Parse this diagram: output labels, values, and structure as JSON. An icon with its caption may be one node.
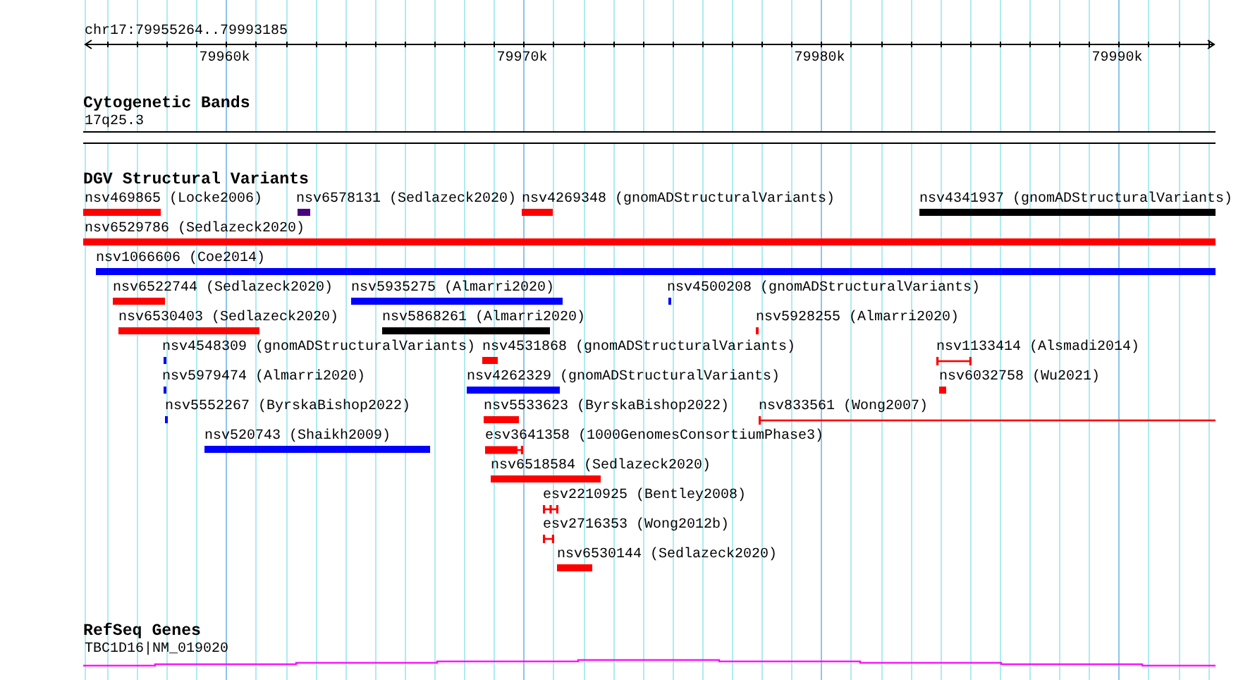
{
  "diagram": {
    "nodes": [
      {
        "text": [
          "17q25.3"
        ]
      },
      {
        "text": [
          "nsv469865 (Locke2006)"
        ]
      },
      {
        "text": [
          "nsv6578131 (Sedlazeck2020)"
        ]
      },
      {
        "text": [
          "nsv4269348 (gnomADStructuralVariants)"
        ]
      },
      {
        "text": [
          "nsv4341937 (gnomADStructuralVariants)"
        ]
      },
      {
        "text": [
          "nsv6529786 (Sedlazeck2020)"
        ]
      },
      {
        "text": [
          "nsv1066606 (Coe2014)"
        ]
      },
      {
        "text": [
          "nsv6522744 (Sedlazeck2020)"
        ]
      },
      {
        "text": [
          "nsv5935275 (Almarri2020)"
        ]
      },
      {
        "text": [
          "nsv4500208 (gnomADStructuralVariants)"
        ]
      },
      {
        "text": [
          "nsv6530403 (Sedlazeck2020)"
        ]
      },
      {
        "text": [
          "nsv5868261 (Almarri2020)"
        ]
      },
      {
        "text": [
          "nsv5928255 (Almarri2020)"
        ]
      },
      {
        "text": [
          "nsv4548309 (gnomADStructuralVariants)"
        ]
      },
      {
        "text": [
          "nsv4531868 (gnomADStructuralVariants)"
        ]
      },
      {
        "text": [
          "nsv1133414 (Alsmadi2014)"
        ]
      },
      {
        "text": [
          "nsv5979474 (Almarri2020)"
        ]
      },
      {
        "text": [
          "nsv4262329 (gnomADStructuralVariants)"
        ]
      },
      {
        "text": [
          "nsv6032758 (Wu2021)"
        ]
      },
      {
        "text": [
          "nsv5552267 (ByrskaBishop2022)"
        ]
      },
      {
        "text": [
          "nsv5533623 (ByrskaBishop2022)"
        ]
      },
      {
        "text": [
          "nsv833561 (Wong2007)"
        ]
      },
      {
        "text": [
          "nsv520743 (Shaikh2009)"
        ]
      },
      {
        "text": [
          "esv3641358 (1000GenomesConsortiumPhase3)"
        ]
      },
      {
        "text": [
          "nsv6518584 (Sedlazeck2020)"
        ]
      },
      {
        "text": [
          "esv2210925 (Bentley2008)"
        ]
      },
      {
        "text": [
          "esv2716353 (Wong2012b)"
        ]
      },
      {
        "text": [
          "nsv6530144 (Sedlazeck2020)"
        ]
      },
      {
        "text": [
          "TBC1D16|NM_019020"
        ]
      }
    ],
    "labels": [
      "chr17:79955264..79993185",
      "79960k",
      "79970k",
      "79980k",
      "79990k",
      "Cytogenetic Bands",
      "DGV Structural Variants",
      "RefSeq Genes"
    ]
  }
}
